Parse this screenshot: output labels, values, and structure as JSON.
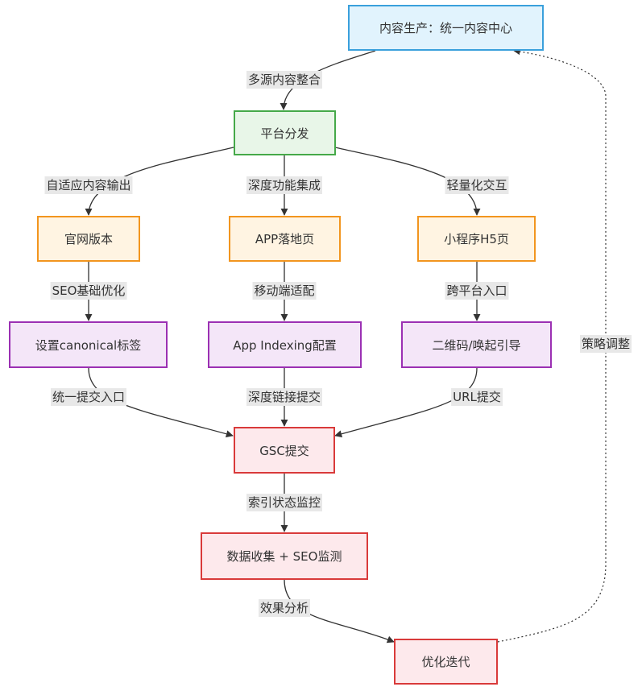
{
  "nodes": {
    "content_center": "内容生产：统一内容中心",
    "platform_dist": "平台分发",
    "website": "官网版本",
    "app_landing": "APP落地页",
    "mini_program": "小程序H5页",
    "canonical": "设置canonical标签",
    "app_indexing": "App Indexing配置",
    "qr_code": "二维码/唤起引导",
    "gsc": "GSC提交",
    "data_monitor": "数据收集 + SEO监测",
    "optimize": "优化迭代"
  },
  "edges": {
    "multi_source": "多源内容整合",
    "adaptive": "自适应内容输出",
    "deep_integration": "深度功能集成",
    "lightweight": "轻量化交互",
    "seo_basic": "SEO基础优化",
    "mobile_adapt": "移动端适配",
    "cross_platform": "跨平台入口",
    "unified_submit": "统一提交入口",
    "deeplink_submit": "深度链接提交",
    "url_submit": "URL提交",
    "index_monitor": "索引状态监控",
    "effect_analysis": "效果分析",
    "strategy_adjust": "策略调整"
  },
  "colors": {
    "blue_fill": "#e1f3fd",
    "blue_stroke": "#3aa0dc",
    "green_fill": "#e8f6e8",
    "green_stroke": "#45a949",
    "orange_fill": "#fff4e2",
    "orange_stroke": "#f2951e",
    "purple_fill": "#f4e6f8",
    "purple_stroke": "#9b30b3",
    "red_fill": "#fde9ec",
    "red_stroke": "#d93a3a",
    "edge": "#333333"
  }
}
